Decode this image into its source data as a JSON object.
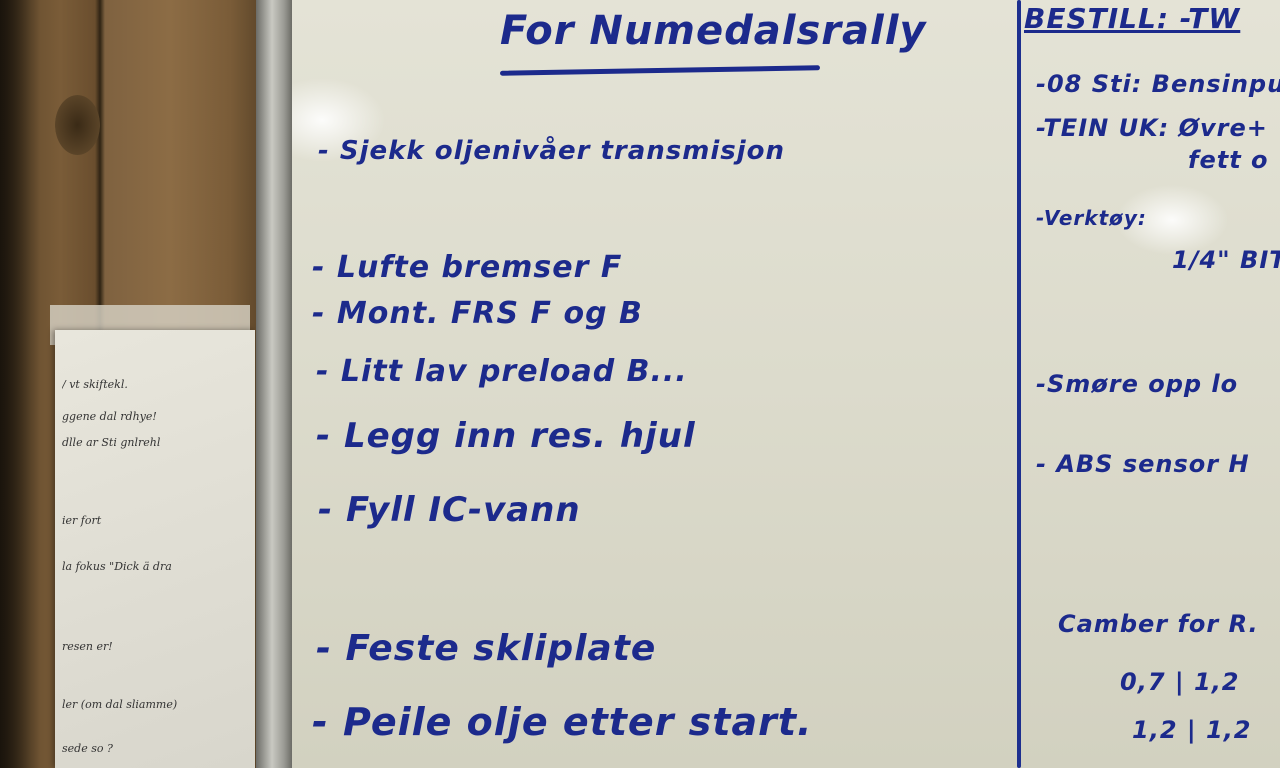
{
  "board": {
    "title": "For Numedalsrally",
    "tasks": [
      "- Sjekk oljenivåer transmisjon",
      "- Lufte bremser F",
      "- Mont. FRS F og B",
      "- Litt lav preload B...",
      "- Legg inn res. hjul",
      "- Fyll IC-vann",
      "- Feste skliplate",
      "- Peile olje etter start."
    ],
    "side": {
      "header": "BESTILL: -TW",
      "items": [
        "-08 Sti: Bensinpu",
        "-TEIN UK: Øvre+",
        "fett o",
        "-Verktøy:",
        "1/4\" BIT",
        "-Smøre opp lo",
        "- ABS sensor H",
        "Camber for R.",
        "0,7 | 1,2",
        "1,2 | 1,2"
      ]
    }
  },
  "paper": {
    "lines": [
      "/ vt skiftekl.",
      "ggene dal rdhye!",
      "dlle ar Sti gnlrehl",
      "ier fort",
      "la fokus \"Dick ä dra",
      "resen er!",
      "ler (om dal sliamme)",
      "sede so ?"
    ]
  }
}
